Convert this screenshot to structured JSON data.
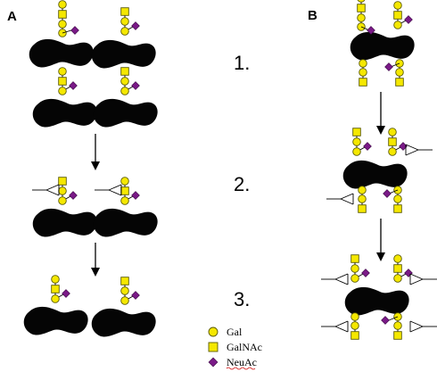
{
  "panels": {
    "a_label": "A",
    "b_label": "B"
  },
  "steps": [
    "1.",
    "2.",
    "3."
  ],
  "legend": {
    "items": [
      {
        "symbol": "circle",
        "label": "Gal",
        "color": "#f5e800"
      },
      {
        "symbol": "square",
        "label": "GalNAc",
        "color": "#f5e800"
      },
      {
        "symbol": "diamond",
        "label": "NeuAc",
        "color": "#7a1a87"
      }
    ]
  },
  "colors": {
    "glycan_yellow": "#f5e800",
    "neuac_purple": "#7a1a87",
    "protein_black": "#050505"
  }
}
